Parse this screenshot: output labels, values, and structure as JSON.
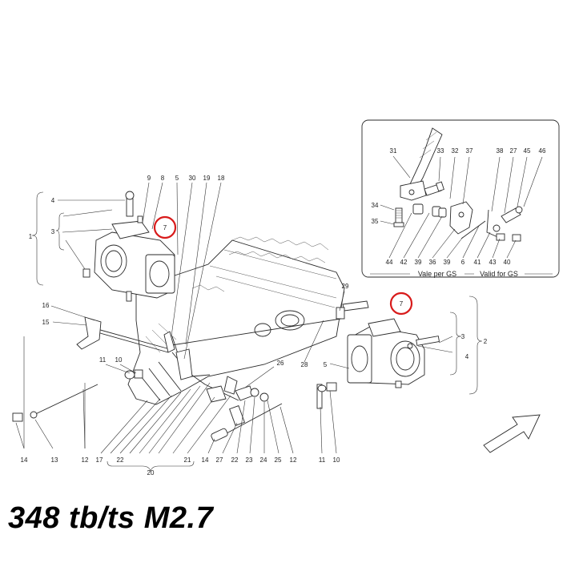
{
  "caption": "348 tb/ts M2.7",
  "inset": {
    "left_note": "Vale per GS",
    "right_note": "Valid for GS"
  },
  "highlight_color": "#d81b1b",
  "labels": [
    {
      "id": "l-9",
      "text": "9"
    },
    {
      "id": "l-8",
      "text": "8"
    },
    {
      "id": "l-5a",
      "text": "5"
    },
    {
      "id": "l-30",
      "text": "30"
    },
    {
      "id": "l-19",
      "text": "19"
    },
    {
      "id": "l-18",
      "text": "18"
    },
    {
      "id": "l-4a",
      "text": "4"
    },
    {
      "id": "l-3a",
      "text": "3"
    },
    {
      "id": "l-1",
      "text": "1"
    },
    {
      "id": "l-7a",
      "text": "7"
    },
    {
      "id": "l-7b",
      "text": "7"
    },
    {
      "id": "l-29",
      "text": "29"
    },
    {
      "id": "l-16",
      "text": "16"
    },
    {
      "id": "l-15",
      "text": "15"
    },
    {
      "id": "l-11a",
      "text": "11"
    },
    {
      "id": "l-10a",
      "text": "10"
    },
    {
      "id": "l-26",
      "text": "26"
    },
    {
      "id": "l-28",
      "text": "28"
    },
    {
      "id": "l-5b",
      "text": "5"
    },
    {
      "id": "l-3b",
      "text": "3"
    },
    {
      "id": "l-4b",
      "text": "4"
    },
    {
      "id": "l-2",
      "text": "2"
    },
    {
      "id": "l-14a",
      "text": "14"
    },
    {
      "id": "l-13",
      "text": "13"
    },
    {
      "id": "l-12a",
      "text": "12"
    },
    {
      "id": "l-17",
      "text": "17"
    },
    {
      "id": "l-22",
      "text": "22"
    },
    {
      "id": "l-21",
      "text": "21"
    },
    {
      "id": "l-14b",
      "text": "14"
    },
    {
      "id": "l-27a",
      "text": "27"
    },
    {
      "id": "l-22b",
      "text": "22"
    },
    {
      "id": "l-23",
      "text": "23"
    },
    {
      "id": "l-24",
      "text": "24"
    },
    {
      "id": "l-25",
      "text": "25"
    },
    {
      "id": "l-12b",
      "text": "12"
    },
    {
      "id": "l-11b",
      "text": "11"
    },
    {
      "id": "l-10b",
      "text": "10"
    },
    {
      "id": "l-20",
      "text": "20"
    },
    {
      "id": "l-31",
      "text": "31"
    },
    {
      "id": "l-33",
      "text": "33"
    },
    {
      "id": "l-32",
      "text": "32"
    },
    {
      "id": "l-37",
      "text": "37"
    },
    {
      "id": "l-38",
      "text": "38"
    },
    {
      "id": "l-27b",
      "text": "27"
    },
    {
      "id": "l-45",
      "text": "45"
    },
    {
      "id": "l-46",
      "text": "46"
    },
    {
      "id": "l-34",
      "text": "34"
    },
    {
      "id": "l-35",
      "text": "35"
    },
    {
      "id": "l-44",
      "text": "44"
    },
    {
      "id": "l-42",
      "text": "42"
    },
    {
      "id": "l-39a",
      "text": "39"
    },
    {
      "id": "l-36",
      "text": "36"
    },
    {
      "id": "l-39b",
      "text": "39"
    },
    {
      "id": "l-6",
      "text": "6"
    },
    {
      "id": "l-41",
      "text": "41"
    },
    {
      "id": "l-43",
      "text": "43"
    },
    {
      "id": "l-40",
      "text": "40"
    }
  ]
}
